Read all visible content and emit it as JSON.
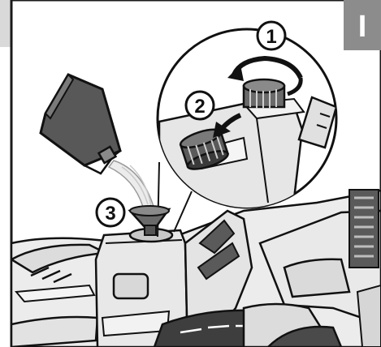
{
  "section_letter": "I",
  "steps": [
    {
      "number": "1",
      "action": "unscrew-cap"
    },
    {
      "number": "2",
      "action": "remove-cap"
    },
    {
      "number": "3",
      "action": "pour-oil"
    }
  ],
  "colors": {
    "frame_border": "#1a1a1a",
    "header_band": "#d9d9d9",
    "section_tab": "#8c8c8c",
    "machine_gray": "#e6e6e6",
    "dark_part": "#4a4a4a",
    "cap_dark": "#555555",
    "oil_stream": "#e8e8e8",
    "outline": "#111111"
  },
  "icons": {
    "rotate_arrow": "curved-arrow-counterclockwise",
    "remove_arrow": "curved-arrow-down-left"
  }
}
